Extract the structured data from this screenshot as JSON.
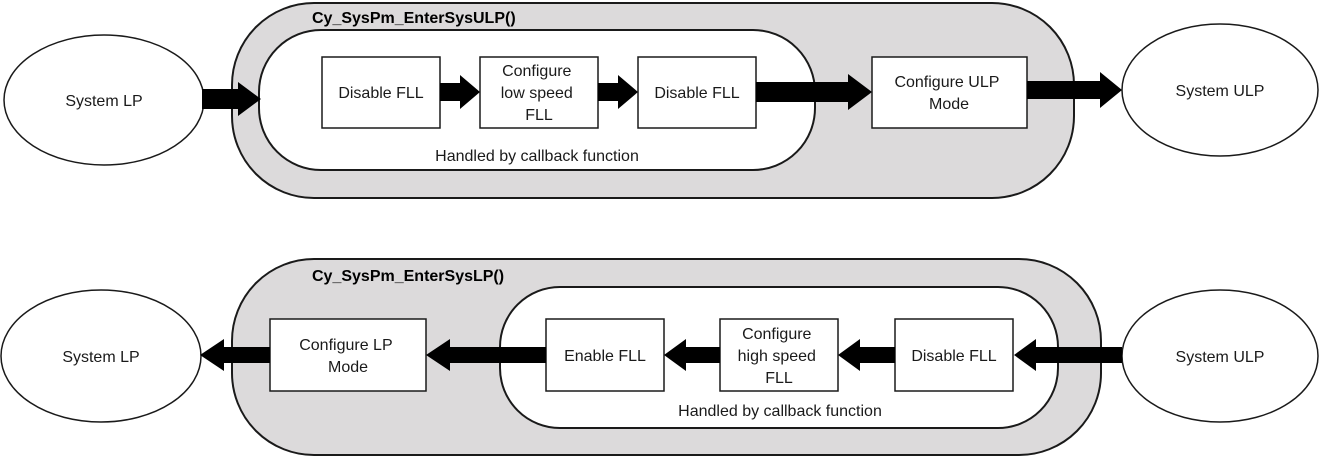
{
  "top": {
    "title": "Cy_SysPm_EnterSysULP()",
    "start_state": "System LP",
    "end_state": "System ULP",
    "steps": [
      [
        "Disable FLL"
      ],
      [
        "Configure",
        "low speed",
        "FLL"
      ],
      [
        "Disable FLL"
      ],
      [
        "Configure ULP",
        "Mode"
      ]
    ],
    "callback_label": "Handled by callback function"
  },
  "bottom": {
    "title": "Cy_SysPm_EnterSysLP()",
    "start_state": "System ULP",
    "end_state": "System LP",
    "steps": [
      [
        "Disable FLL"
      ],
      [
        "Configure",
        "high speed",
        "FLL"
      ],
      [
        "Enable FLL"
      ],
      [
        "Configure LP",
        "Mode"
      ]
    ],
    "callback_label": "Handled by callback function"
  },
  "colors": {
    "container_fill": "#dcdadb",
    "arrow": "#000000"
  }
}
